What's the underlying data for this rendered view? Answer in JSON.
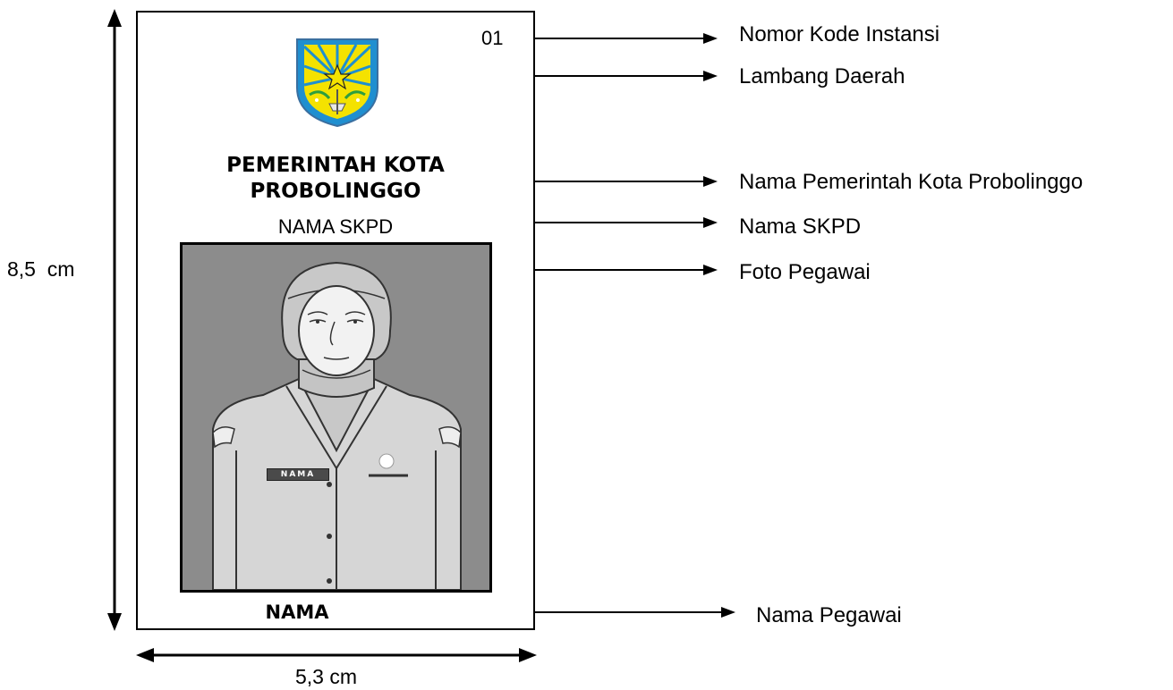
{
  "card": {
    "code": "01",
    "government_title_line1": "PEMERINTAH KOTA",
    "government_title_line2": "PROBOLINGGO",
    "skpd": "NAMA SKPD",
    "employee_name": "NAMA",
    "name_tag_text": "NAMA",
    "emblem_icon": "city-emblem-shield-icon",
    "photo_icon": "employee-portrait-figure"
  },
  "callouts": {
    "code": "Nomor Kode Instansi",
    "emblem": "Lambang Daerah",
    "government": "Nama Pemerintah Kota Probolinggo",
    "skpd": "Nama SKPD",
    "photo": "Foto Pegawai",
    "name": "Nama Pegawai"
  },
  "dimensions": {
    "height": "8,5  cm",
    "width": "5,3 cm"
  },
  "colors": {
    "emblem_blue": "#1f8fd0",
    "emblem_yellow": "#f4e200",
    "emblem_green": "#2e9e3f",
    "photo_background": "#8c8c8c",
    "uniform_gray": "#d6d6d6"
  }
}
